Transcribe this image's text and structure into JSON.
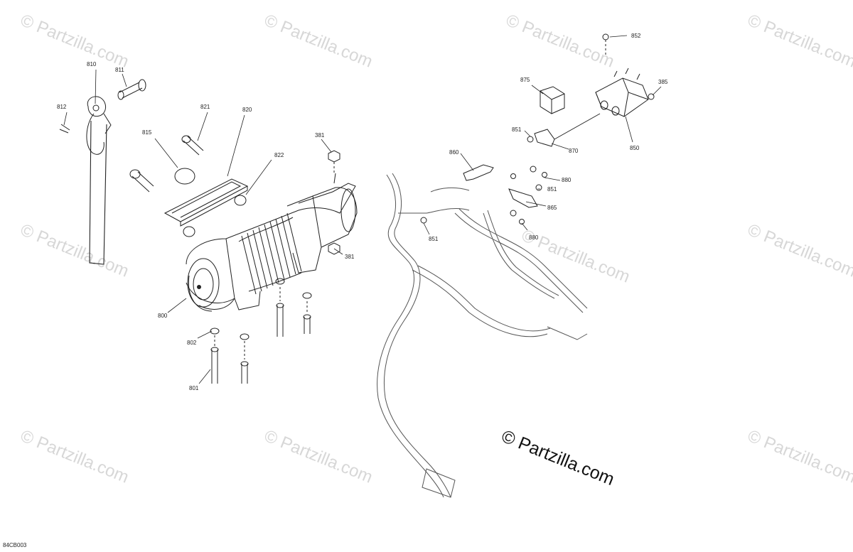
{
  "watermark": "© Partzilla.com",
  "copyright": "© Partzilla.com",
  "diagram_code": "84CB003",
  "callouts": {
    "c810": "810",
    "c811": "811",
    "c812": "812",
    "c821": "821",
    "c820": "820",
    "c815": "815",
    "c822": "822",
    "c381a": "381",
    "c381b": "381",
    "c800": "800",
    "c802": "802",
    "c801": "801",
    "c860": "860",
    "c851a": "851",
    "c851b": "851",
    "c851c": "851",
    "c865": "865",
    "c880a": "880",
    "c880b": "880",
    "c870": "870",
    "c875": "875",
    "c852": "852",
    "c385": "385",
    "c850": "850"
  },
  "colors": {
    "line": "#222222",
    "watermark": "#d7d7d7"
  }
}
